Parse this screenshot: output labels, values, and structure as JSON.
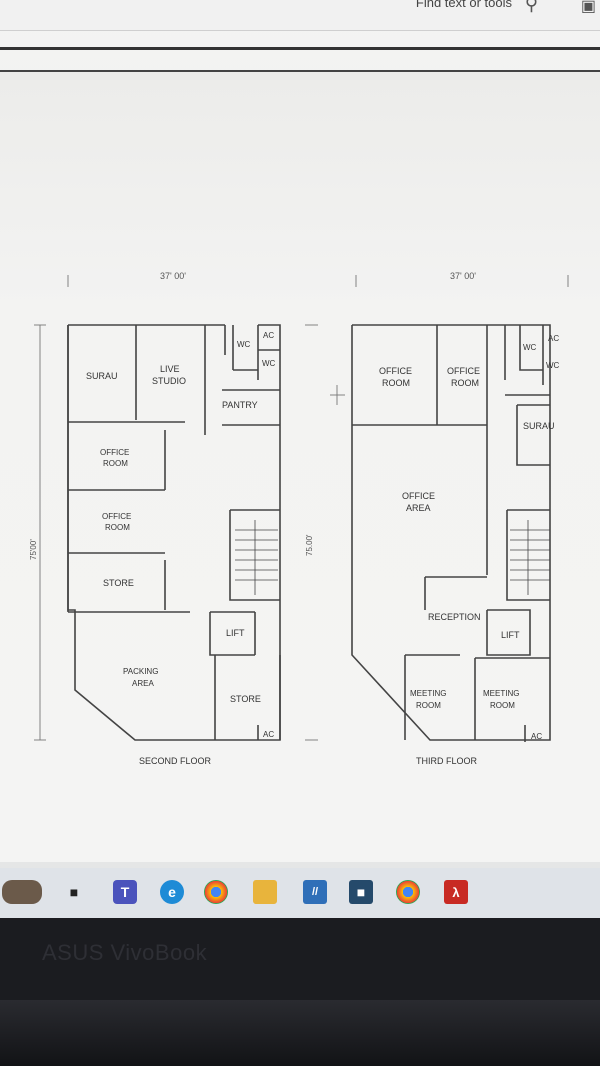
{
  "toolbar": {
    "find_text": "Find text or tools"
  },
  "floors": {
    "second": {
      "caption": "SECOND FLOOR",
      "width_dim": "37' 00'",
      "height_dim": "75'00'",
      "rooms": {
        "surau": "SURAU",
        "live": "LIVE",
        "studio": "STUDIO",
        "wc1": "WC",
        "wc2": "WC",
        "ac1": "AC",
        "pantry": "PANTRY",
        "office1a": "OFFICE",
        "office1b": "ROOM",
        "office2a": "OFFICE",
        "office2b": "ROOM",
        "store1": "STORE",
        "lift": "LIFT",
        "packing1": "PACKING",
        "packing2": "AREA",
        "store2": "STORE",
        "ac2": "AC"
      }
    },
    "third": {
      "caption": "THIRD FLOOR",
      "width_dim": "37' 00'",
      "height_dim": "75.00'",
      "rooms": {
        "office1a": "OFFICE",
        "office1b": "ROOM",
        "office2a": "OFFICE",
        "office2b": "ROOM",
        "wc1": "WC",
        "wc2": "WC",
        "ac1": "AC",
        "surau": "SURAU",
        "officearea1": "OFFICE",
        "officearea2": "AREA",
        "reception": "RECEPTION",
        "lift": "LIFT",
        "meeting1a": "MEETING",
        "meeting1b": "ROOM",
        "meeting2a": "MEETING",
        "meeting2b": "ROOM",
        "ac2": "AC"
      }
    }
  },
  "taskbar": {
    "icons": [
      "widgets-icon",
      "taskview-icon",
      "teams-icon",
      "edge-icon",
      "chrome-icon",
      "explorer-icon",
      "app-icon",
      "store-icon",
      "chrome-profile-icon",
      "acrobat-icon"
    ]
  },
  "laptop": {
    "brand": "ASUS VivoBook"
  }
}
